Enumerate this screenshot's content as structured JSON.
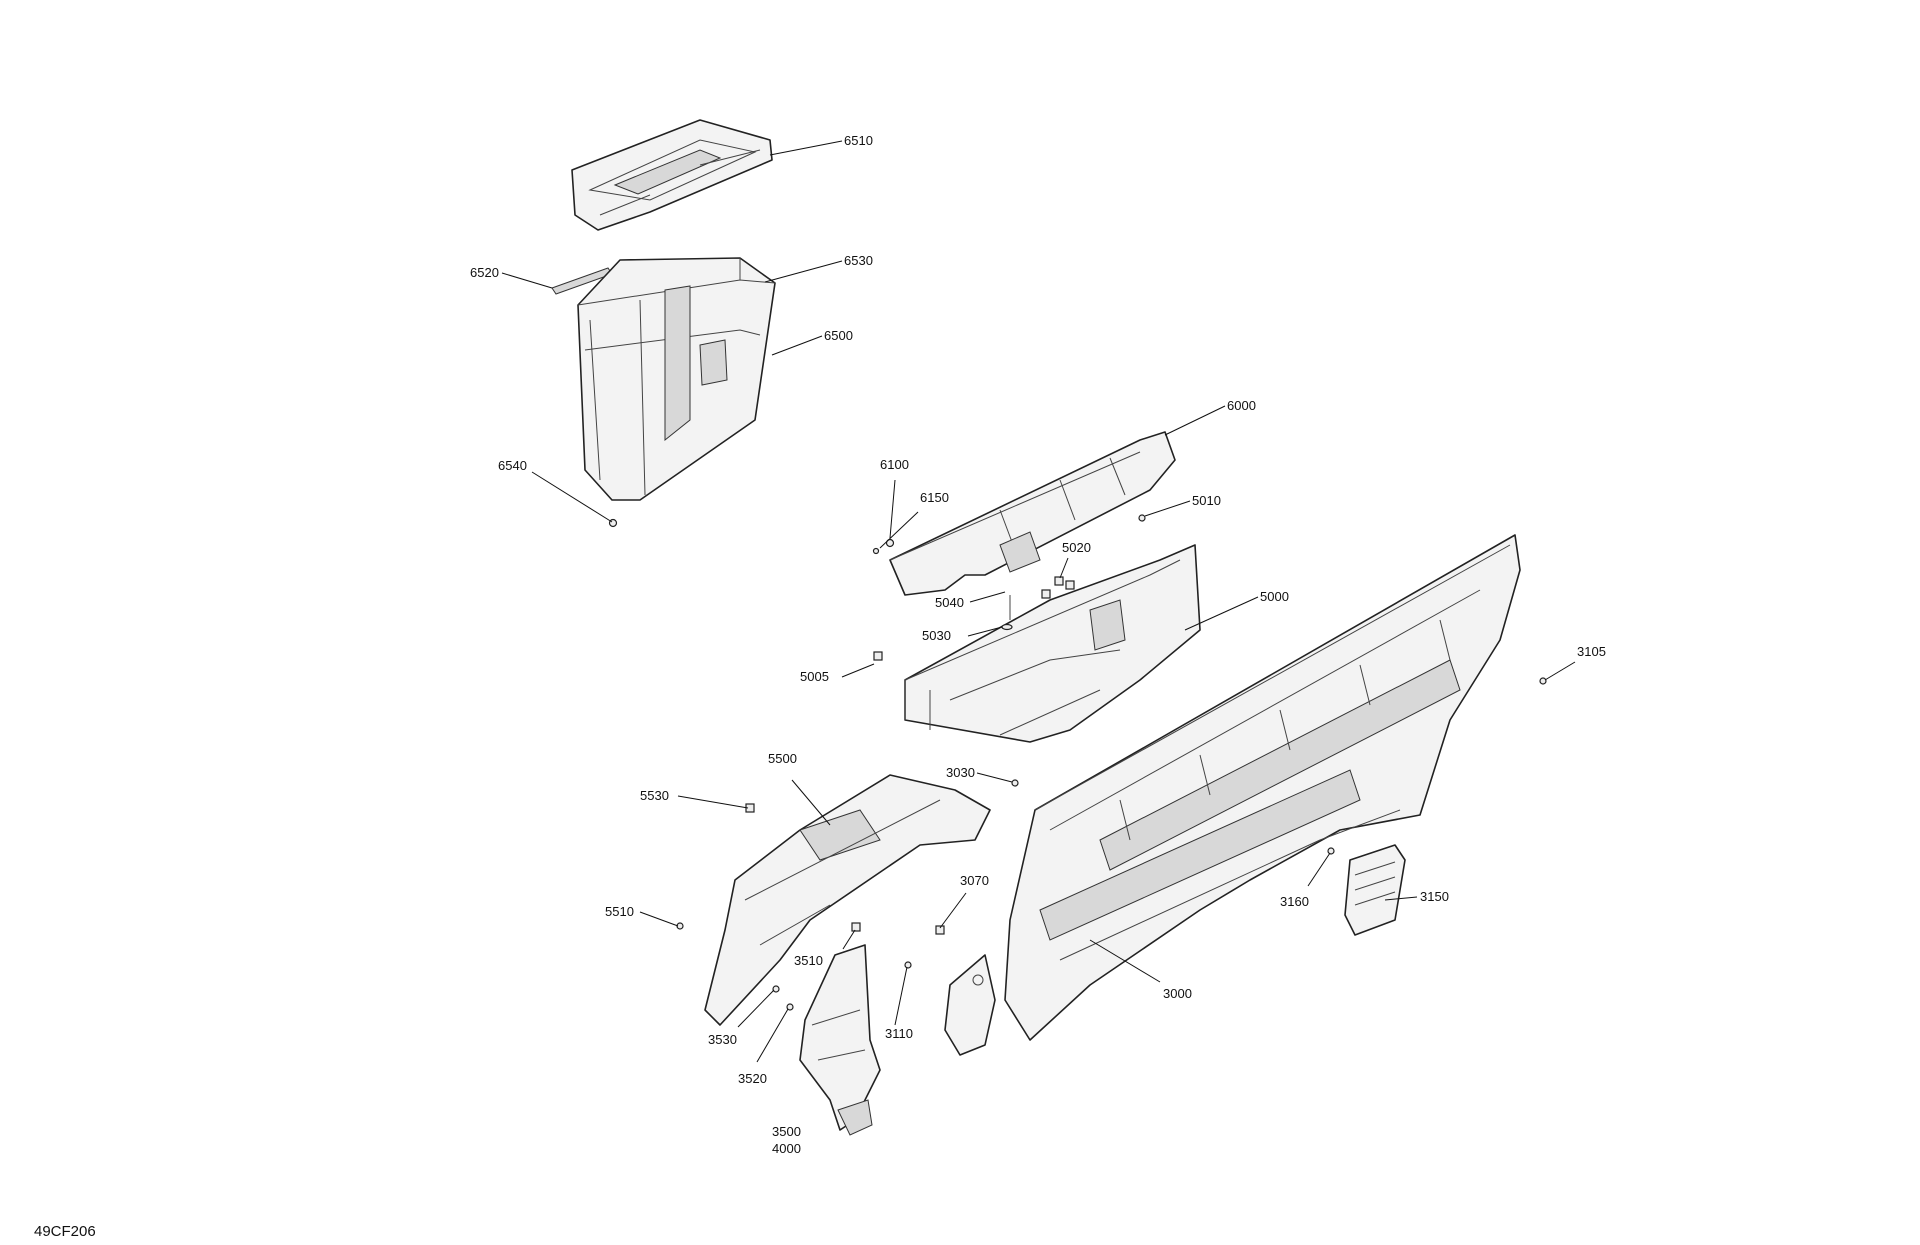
{
  "diagram_code": "49CF206",
  "callouts": {
    "c6510": "6510",
    "c6520": "6520",
    "c6530": "6530",
    "c6500": "6500",
    "c6540": "6540",
    "c6000": "6000",
    "c6100": "6100",
    "c6150": "6150",
    "c5010": "5010",
    "c5020": "5020",
    "c5040": "5040",
    "c5000": "5000",
    "c5030": "5030",
    "c5005": "5005",
    "c3105": "3105",
    "c5500": "5500",
    "c3030": "3030",
    "c5530": "5530",
    "c3070": "3070",
    "c3160": "3160",
    "c3150": "3150",
    "c5510": "5510",
    "c3510": "3510",
    "c3000": "3000",
    "c3530": "3530",
    "c3110": "3110",
    "c3520": "3520",
    "c3500": "3500",
    "c4000": "4000"
  }
}
